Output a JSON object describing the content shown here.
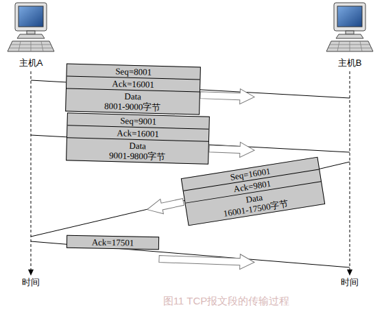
{
  "diagram": {
    "caption": "图11 TCP报文段的传输过程",
    "nodes": [
      {
        "text": [
          "主机A"
        ]
      },
      {
        "text": [
          "主机B"
        ]
      },
      {
        "text": [
          "Seq=8001",
          "Ack=16001",
          "Data 8001-9000字节"
        ]
      },
      {
        "text": [
          "Seq=9001",
          "Ack=16001",
          "Data 9001-9800字节"
        ]
      },
      {
        "text": [
          "Seq=16001",
          "Ack=9801",
          "Data 16001-17500字节"
        ]
      },
      {
        "text": [
          "Ack=17501"
        ]
      }
    ],
    "edges": [
      {
        "from": 0,
        "to": 1,
        "arrow": "none"
      },
      {
        "from": 0,
        "to": 1,
        "arrow": "none"
      },
      {
        "from": 1,
        "to": 0,
        "arrow": "none"
      },
      {
        "from": 0,
        "to": 1,
        "arrow": "none"
      }
    ],
    "labels": [
      "时间",
      "时间"
    ]
  }
}
